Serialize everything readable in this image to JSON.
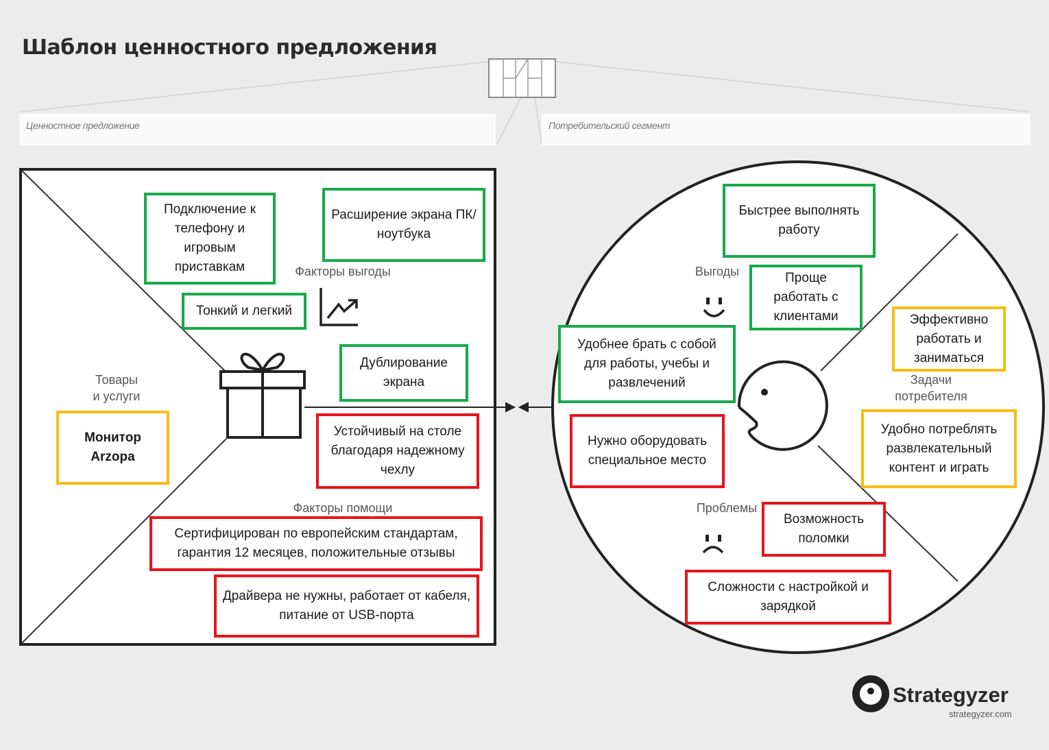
{
  "title": "Шаблон ценностного предложения",
  "labels": {
    "value_proposition": "Ценностное предложение",
    "customer_segment": "Потребительский сегмент"
  },
  "sections": {
    "products": "Товары\nи услуги",
    "gain_creators": "Факторы выгоды",
    "pain_relievers": "Факторы помощи",
    "gains": "Выгоды",
    "pains": "Проблемы",
    "jobs": "Задачи\nпотребителя"
  },
  "notes": {
    "n1": "Подключение к телефону и игровым приставкам",
    "n2": "Расширение экрана ПК/ноутбука",
    "n3": "Тонкий и легкий",
    "n4": "Дублирование экрана",
    "n5": "Монитор Arzopa",
    "n6": "Устойчивый на столе благодаря надежному чехлу",
    "n7": "Сертифицирован  по европейским стандартам, гарантия 12 месяцев, положительные отзывы",
    "n8": "Драйвера не нужны, работает от кабеля, питание от USB-порта",
    "n9": "Быстрее выполнять работу",
    "n10": "Проще работать с клиентами",
    "n11": "Удобнее брать с собой для работы, учебы и развлечений",
    "n12": "Эффективно работать и заниматься",
    "n13": "Удобно потреблять развлекательный контент и играть",
    "n14": "Нужно оборудовать специальное место",
    "n15": "Возможность поломки",
    "n16": "Сложности с настройкой и зарядкой"
  },
  "colors": {
    "green": "#18a94a",
    "red": "#e8141b",
    "yellow": "#f7bd12"
  },
  "logo": {
    "name": "Strategyzer",
    "url": "strategyzer.com"
  }
}
